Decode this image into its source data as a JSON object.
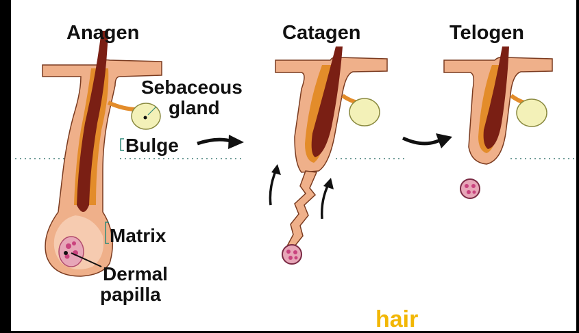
{
  "stages": [
    {
      "id": "anagen",
      "title": "Anagen"
    },
    {
      "id": "catagen",
      "title": "Catagen"
    },
    {
      "id": "telogen",
      "title": "Telogen"
    }
  ],
  "labels": {
    "sebaceous_line1": "Sebaceous",
    "sebaceous_line2": "gland",
    "bulge": "Bulge",
    "matrix": "Matrix",
    "dermal_line1": "Dermal",
    "dermal_line2": "papilla"
  },
  "caption": "hair",
  "colors": {
    "skin": "#efb08a",
    "hair_shaft": "#7a1f14",
    "sheath": "#e38c2a",
    "gland": "#f3f1b8",
    "papilla": "#c9427e",
    "caption": "#f2b705",
    "background": "#ffffff",
    "border": "#000000"
  }
}
